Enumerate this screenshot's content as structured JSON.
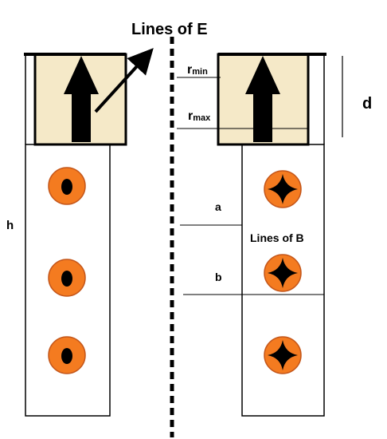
{
  "labels": {
    "lines_of_e": "Lines of E",
    "lines_of_b": "Lines of B",
    "r_min": {
      "main": "r",
      "sub": "min"
    },
    "r_max": {
      "main": "r",
      "sub": "max"
    },
    "d": "d",
    "h": "h",
    "a": "a",
    "b": "b"
  },
  "colors": {
    "stroke": "#000000",
    "cap_fill": "#f5e9c8",
    "ring_orange": "#f47b20",
    "ring_edge": "#c4561a",
    "background": "#ffffff"
  }
}
